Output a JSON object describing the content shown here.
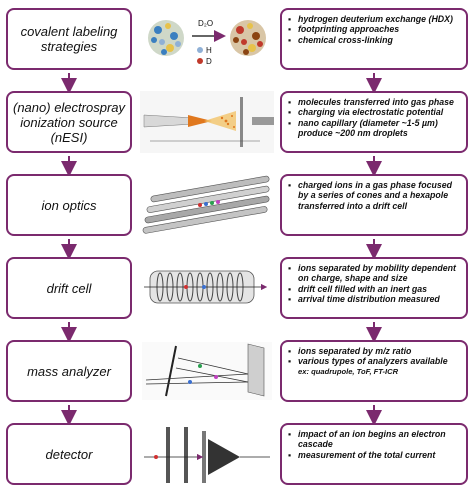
{
  "stages": [
    {
      "label": "covalent labeling strategies",
      "bullets": [
        "hydrogen deuterium exchange (HDX)",
        "footprinting approaches",
        "chemical cross-linking"
      ],
      "image": {
        "reagent": "D₂O",
        "legend": [
          "H",
          "D"
        ]
      }
    },
    {
      "label": "(nano) electrospray ionization source (nESI)",
      "bullets": [
        "molecules transferred into gas phase",
        "charging via electrostatic potential",
        "nano capillary (diameter ~1-5 µm) produce ~200 nm droplets"
      ]
    },
    {
      "label": "ion optics",
      "bullets": [
        "charged ions in a gas phase focused by a series of cones and a hexapole transferred into a drift cell"
      ]
    },
    {
      "label": "drift cell",
      "bullets": [
        "ions separated by mobility dependent on charge, shape and size",
        "drift cell filled with an inert gas",
        "arrival time distribution measured"
      ]
    },
    {
      "label": "mass analyzer",
      "bullets": [
        "ions separated by m/z ratio",
        "various types of analyzers available"
      ],
      "note": "ex: quadrupole, ToF, FT-ICR"
    },
    {
      "label": "detector",
      "bullets": [
        "impact of an ion begins an electron cascade",
        "measurement of the total current"
      ]
    }
  ],
  "colors": {
    "frame": "#7b2a6e",
    "arrow": "#7b2a6e"
  }
}
